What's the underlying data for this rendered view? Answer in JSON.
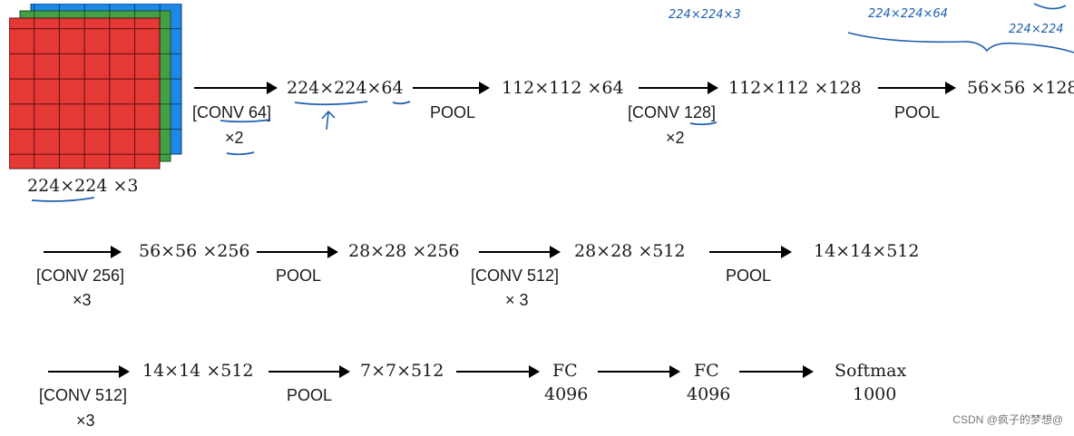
{
  "input": {
    "label": "224×224 ×3"
  },
  "row1": {
    "op1": [
      "[CONV 64]",
      "×2"
    ],
    "dim1": "224×224×64",
    "op2": [
      "POOL"
    ],
    "dim2": "112×112 ×64",
    "op3": [
      "[CONV 128]",
      "×2"
    ],
    "dim3": "112×112 ×128",
    "op4": [
      "POOL"
    ],
    "dim4": "56×56 ×128"
  },
  "row2": {
    "op1": [
      "[CONV 256]",
      "×3"
    ],
    "dim1": "56×56 ×256",
    "op2": [
      "POOL"
    ],
    "dim2": "28×28 ×256",
    "op3": [
      "[CONV 512]",
      "× 3"
    ],
    "dim3": "28×28 ×512",
    "op4": [
      "POOL"
    ],
    "dim4": "14×14×512"
  },
  "row3": {
    "op1": [
      "[CONV 512]",
      "×3"
    ],
    "dim1": "14×14 ×512",
    "op2": [
      "POOL"
    ],
    "dim2": "7×7×512",
    "fc1": [
      "FC",
      "4096"
    ],
    "fc2": [
      "FC",
      "4096"
    ],
    "softmax": [
      "Softmax",
      "1000"
    ]
  },
  "annotations": {
    "note1": "224×224×3",
    "note2": "224×224×64",
    "note3": "224×224"
  },
  "watermark": "CSDN @疯子的梦想@",
  "colors": {
    "red": "#e53935",
    "green": "#43a047",
    "blue": "#1e88e5",
    "ink": "#2160b0"
  }
}
